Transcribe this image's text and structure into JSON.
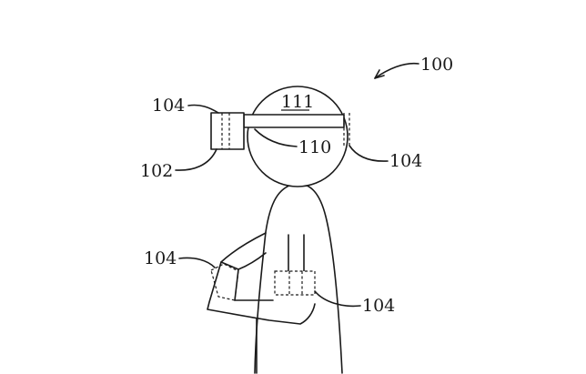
{
  "labels": {
    "system": "100",
    "head_top": "111",
    "headset_band": "110",
    "headset": "102",
    "sensor_front": "104",
    "sensor_back": "104",
    "sensor_hand": "104",
    "sensor_wrist": "104"
  }
}
